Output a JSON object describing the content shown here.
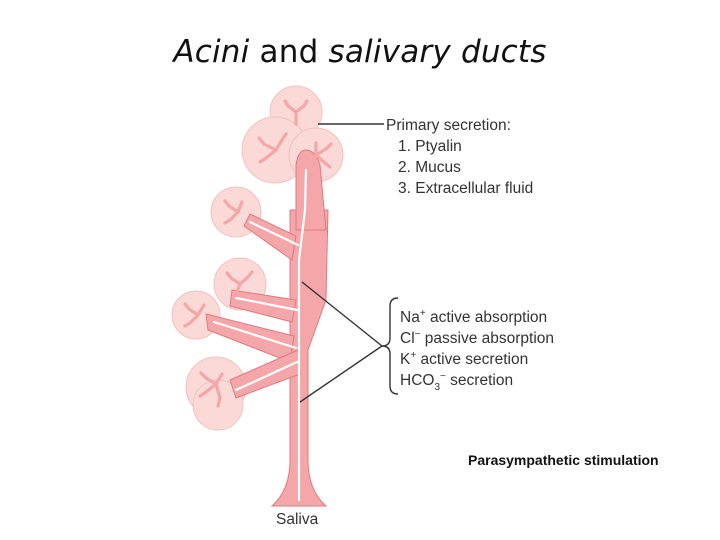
{
  "title": {
    "part1": "Acini",
    "part2": " and ",
    "part3": "salivary ducts"
  },
  "primary_secretion": {
    "heading": "Primary secretion:",
    "items": [
      "1. Ptyalin",
      "2. Mucus",
      "3. Extracellular fluid"
    ]
  },
  "duct_processes": [
    {
      "ion": "Na",
      "sup": "+",
      "sub": "",
      "text": " active absorption"
    },
    {
      "ion": "Cl",
      "sup": "−",
      "sub": "",
      "text": " passive absorption"
    },
    {
      "ion": "K",
      "sup": "+",
      "sub": "",
      "text": " active secretion"
    },
    {
      "ion": "HCO",
      "sup": "−",
      "sub": "3",
      "text": " secretion"
    }
  ],
  "stimulation_label": "Parasympathetic stimulation",
  "saliva_label": "Saliva",
  "colors": {
    "duct_fill": "#f4a6a8",
    "duct_stroke": "#e07a80",
    "acinus_fill": "#fbd9d6",
    "lumen": "#ffffff",
    "line": "#333333"
  }
}
